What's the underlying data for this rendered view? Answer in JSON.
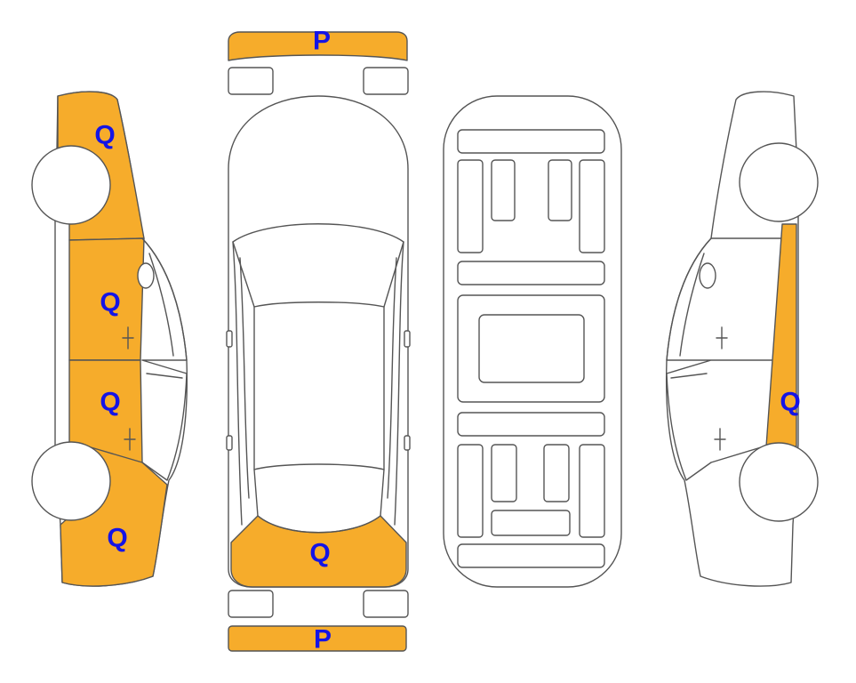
{
  "colors": {
    "damage_fill": "#F6AC2B",
    "label_color": "#1414E6",
    "outline": "#555555"
  },
  "labels": {
    "front_bumper": "P",
    "rear_bumper": "P",
    "left_front_fender": "Q",
    "left_front_door": "Q",
    "left_rear_door": "Q",
    "left_rear_quarter": "Q",
    "trunk_lid": "Q",
    "right_side_sill": "Q"
  }
}
